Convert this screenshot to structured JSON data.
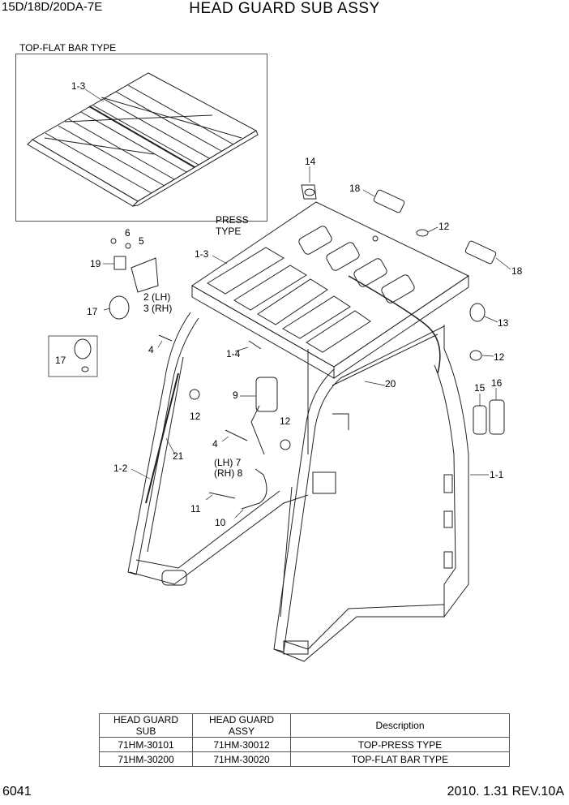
{
  "header": {
    "model": "15D/18D/20DA-7E",
    "title": "HEAD GUARD SUB ASSY"
  },
  "inset": {
    "label": "TOP-FLAT BAR TYPE",
    "callout": "1-3"
  },
  "callouts": {
    "c1_1": "1-1",
    "c1_2": "1-2",
    "c1_3": "1-3",
    "c1_4": "1-4",
    "c2": "2 (LH)",
    "c3": "3 (RH)",
    "c4a": "4",
    "c4b": "4",
    "c5": "5",
    "c6": "6",
    "c7": "(LH) 7",
    "c8": "(RH) 8",
    "c9": "9",
    "c10": "10",
    "c11": "11",
    "c12a": "12",
    "c12b": "12",
    "c12c": "12",
    "c12d": "12",
    "c13": "13",
    "c14": "14",
    "c15": "15",
    "c16": "16",
    "c17a": "17",
    "c17b": "17",
    "c18a": "18",
    "c18b": "18",
    "c19": "19",
    "c20": "20",
    "c21": "21",
    "press1": "PRESS",
    "press2": "TYPE"
  },
  "table": {
    "headers": [
      "HEAD GUARD SUB",
      "HEAD GUARD ASSY",
      "Description"
    ],
    "rows": [
      [
        "71HM-30101",
        "71HM-30012",
        "TOP-PRESS TYPE"
      ],
      [
        "71HM-30200",
        "71HM-30020",
        "TOP-FLAT BAR TYPE"
      ]
    ]
  },
  "footer": {
    "page": "6041",
    "revision": "2010. 1.31  REV.10A"
  }
}
